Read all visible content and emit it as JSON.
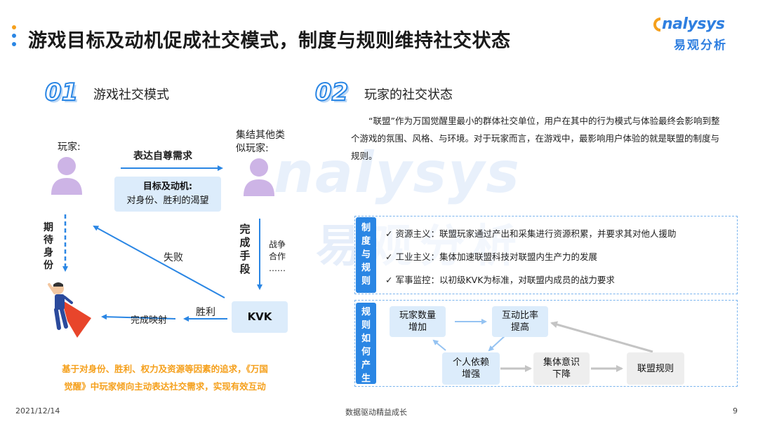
{
  "header": {
    "title": "游戏目标及动机促成社交模式，制度与规则维持社交状态",
    "logo_en": "nalysys",
    "logo_cn": "易观分析",
    "watermark_en": "nalysys",
    "watermark_cn": "易观分析"
  },
  "left": {
    "num": "01",
    "title": "游戏社交模式",
    "player_label": "玩家:",
    "others_label_1": "集结其他类",
    "others_label_2": "似玩家:",
    "express_label": "表达自尊需求",
    "goal_line1": "目标及动机:",
    "goal_line2": "对身份、胜利的渴望",
    "expect_vertical": [
      "期",
      "待",
      "身",
      "份"
    ],
    "complete_vertical": [
      "完",
      "成",
      "手",
      "段"
    ],
    "war_vertical": [
      "战争",
      "合作",
      "……"
    ],
    "fail_label": "失败",
    "win_label": "胜利",
    "map_label": "完成映射",
    "kvk_label": "KVK",
    "summary_1": "基于对身份、胜利、权力及资源等因素的追求，《万国",
    "summary_2": "觉醒》中玩家倾向主动表达社交需求，实现有效互动"
  },
  "right": {
    "num": "02",
    "title": "玩家的社交状态",
    "intro": "“联盟”作为万国觉醒里最小的群体社交单位，用户在其中的行为模式与体验最终会影响到整个游戏的氛围、风格、与环境。对于玩家而言，在游戏中，最影响用户体验的就是联盟的制度与规则。",
    "rules_tab": [
      "制",
      "度",
      "与",
      "规",
      "则"
    ],
    "rules": [
      "资源主义：联盟玩家通过产出和采集进行资源积累，并要求其对他人援助",
      "工业主义：集体加速联盟科技对联盟内生产力的发展",
      "军事监控：以初级KVK为标准，对联盟内成员的战力要求"
    ],
    "check_mark": "✓",
    "flow_tab": [
      "规",
      "则",
      "如",
      "何",
      "产",
      "生"
    ],
    "flow": {
      "box1": [
        "玩家数量",
        "增加"
      ],
      "box2": [
        "互动比率",
        "提高"
      ],
      "box3": [
        "个人依赖",
        "增强"
      ],
      "box4": [
        "集体意识",
        "下降"
      ],
      "box5": [
        "联盟规则"
      ]
    }
  },
  "footer": {
    "date": "2021/12/14",
    "slogan": "数据驱动精益成长",
    "page": "9"
  },
  "colors": {
    "accent": "#2a86e4",
    "light_box": "#dcecfb",
    "orange": "#f5a01c",
    "avatar": "#cdb4e6",
    "grey_arrow": "#888888"
  },
  "icons": {
    "person": "person-silhouette-icon",
    "hero": "superhero-icon"
  }
}
